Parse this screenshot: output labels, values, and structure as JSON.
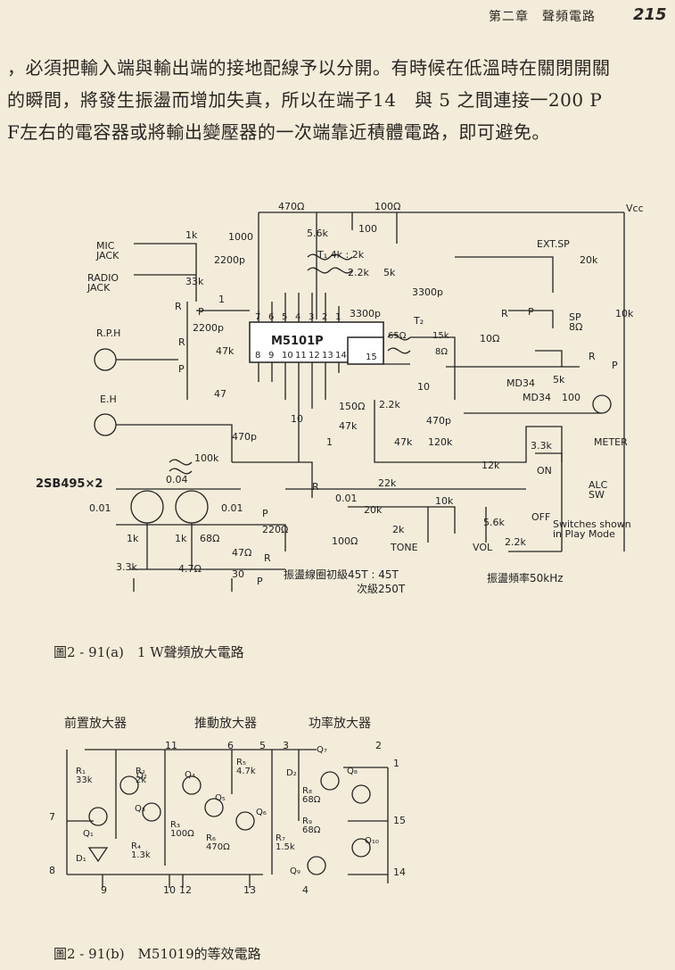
{
  "header": {
    "chapter": "第二章　聲頻電路",
    "page_number": "215"
  },
  "paragraph": [
    "，必須把輸入端與輸出端的接地配線予以分開。有時候在低溫時在關閉開關",
    "的瞬間，將發生振盪而增加失真，所以在端子14　與 5 之間連接一200 P",
    "F左右的電容器或將輸出變壓器的一次端靠近積體電路，即可避免。"
  ],
  "figure_a": {
    "ic_label": "M5101P",
    "ic_pins_top": [
      "7",
      "6",
      "5",
      "4",
      "3",
      "2",
      "1"
    ],
    "ic_pins_bottom": [
      "8",
      "9",
      "10",
      "11",
      "12",
      "13",
      "14"
    ],
    "ic_pin_15": "15",
    "labels": {
      "mic_jack": "MIC\nJACK",
      "radio_jack": "RADIO\nJACK",
      "rph": "R.P.H",
      "eh": "E.H",
      "transistors": "2SB495×2",
      "ext_sp": "EXT.SP",
      "vcc": "Vcc",
      "meter": "METER",
      "alc_sw": "ALC\nSW",
      "switches_note": "Switches shown\nin Play Mode",
      "tone": "TONE",
      "vol": "VOL",
      "off": "OFF",
      "on": "ON",
      "sp": "SP\n8Ω",
      "t1": "T₁ 4k : 2k",
      "t2": "T₂",
      "md34a": "MD34",
      "md34b": "MD34",
      "coil_note_1": "振盪線圈初級45T : 45T",
      "coil_note_2": "次級250T",
      "osc_freq": "振盪頻率50kHz"
    },
    "components": [
      "470Ω",
      "100Ω",
      "1000",
      "100",
      "5.6k",
      "1k",
      "2200p",
      "33k",
      "2.2k",
      "5k",
      "3300p",
      "3300p",
      "1",
      "2200p",
      "47k",
      "47",
      "65Ω",
      "15k",
      "8Ω",
      "10Ω",
      "20k",
      "10k",
      "150Ω",
      "2.2k",
      "10",
      "470p",
      "47k",
      "47k",
      "120k",
      "10",
      "1",
      "470p",
      "100k",
      "0.04",
      "0.01",
      "0.01",
      "1k",
      "1k",
      "68Ω",
      "3.3k",
      "4.7Ω",
      "47Ω",
      "30",
      "220Ω",
      "0.01",
      "22k",
      "20k",
      "100Ω",
      "2k",
      "10k",
      "5.6k",
      "2.2k",
      "12k",
      "3.3k",
      "100",
      "5k",
      "R",
      "P",
      "R",
      "P",
      "R",
      "P",
      "R",
      "P",
      "R",
      "P",
      "R",
      "P"
    ],
    "caption": "圖2 - 91(a)　1 W聲頻放大電路"
  },
  "figure_b": {
    "stages": [
      "前置放大器",
      "推動放大器",
      "功率放大器"
    ],
    "parts": [
      "R₁\n33k",
      "Q₂",
      "R₂\n2k",
      "Q₃",
      "R₃\n100Ω",
      "R₄\n1.3k",
      "Q₁",
      "D₁",
      "Q₄",
      "Q₅",
      "R₅\n4.7k",
      "Q₆",
      "R₆\n470Ω",
      "R₇\n1.5k",
      "D₂",
      "Q₇",
      "Q₈",
      "R₈\n68Ω",
      "R₉\n68Ω",
      "Q₁₀",
      "Q₉"
    ],
    "pins": [
      "7",
      "8",
      "9",
      "10",
      "12",
      "11",
      "6",
      "5",
      "13",
      "3",
      "2",
      "1",
      "15",
      "14",
      "4"
    ],
    "caption": "圖2 - 91(b)　M51019的等效電路"
  }
}
